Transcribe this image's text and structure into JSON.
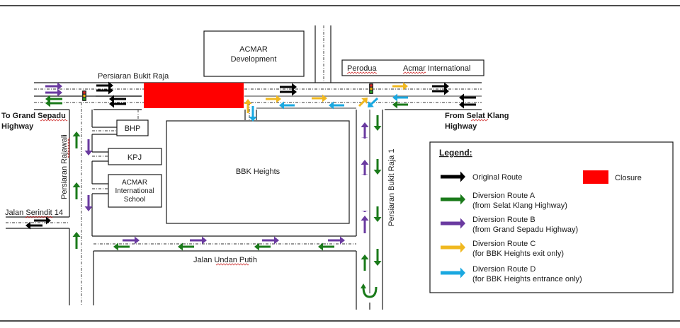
{
  "map": {
    "title": "Traffic diversion plan",
    "roads": {
      "persiaran_bukit_raja": "Persiaran Bukit Raja",
      "persiaran_rajawali": "Persiaran Rajawali",
      "persiaran_bukit_raja_1": "Persiaran Bukit Raja 1",
      "jalan_undan_putih": "Jalan Undan Putih",
      "jalan_serindit_14": "Jalan Serindit 14"
    },
    "directions": {
      "to_grand_sepadu_1": "To Grand Sepadu",
      "to_grand_sepadu_2": "Highway",
      "from_selat_klang_1": "From Selat Klang",
      "from_selat_klang_2": "Highway"
    },
    "buildings": {
      "acmar_development_1": "ACMAR",
      "acmar_development_2": "Development",
      "perodua": "Perodua",
      "acmar_international": "Acmar International",
      "bhp": "BHP",
      "kpj": "KPJ",
      "acmar_school_1": "ACMAR",
      "acmar_school_2": "International",
      "acmar_school_3": "School",
      "bbk_heights": "BBK Heights"
    },
    "colors": {
      "original": "#000000",
      "route_a": "#1a7a1a",
      "route_b": "#6a3aa0",
      "route_c": "#f0b820",
      "route_d": "#1aa8e0",
      "closure": "#ff0000"
    }
  },
  "legend": {
    "title": "Legend:",
    "items": [
      {
        "key": "original",
        "line1": "Original Route",
        "line2": ""
      },
      {
        "key": "route_a",
        "line1": "Diversion Route A",
        "line2": "(from Selat Klang Highway)"
      },
      {
        "key": "route_b",
        "line1": "Diversion Route B",
        "line2": "(from Grand Sepadu Highway)"
      },
      {
        "key": "route_c",
        "line1": "Diversion Route C",
        "line2": "(for BBK Heights exit only)"
      },
      {
        "key": "route_d",
        "line1": "Diversion Route D",
        "line2": "(for BBK Heights entrance only)"
      }
    ],
    "closure_label": "Closure"
  }
}
